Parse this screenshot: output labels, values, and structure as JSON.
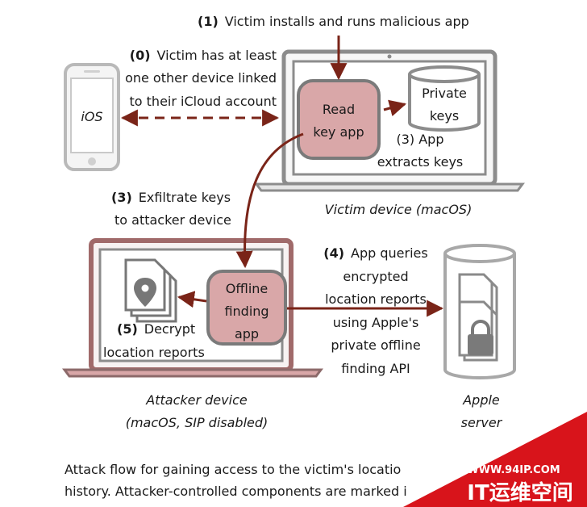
{
  "colors": {
    "accent_dark": "#7a2418",
    "accent_fill": "#d9a7a8",
    "device_gray": "#8c8c8c",
    "device_border": "#6e6e6e",
    "light_gray": "#cfcfcf",
    "watermark_red": "#d8141b"
  },
  "icons": {
    "ios_phone": "phone-icon",
    "private_keys": "database-cylinder-icon",
    "decrypted_reports": "location-documents-icon",
    "apple_server": "server-cylinder-icon",
    "lock": "lock-icon"
  },
  "steps": {
    "step1": {
      "num": "(1)",
      "text": "Victim installs and runs malicious app"
    },
    "step0": {
      "num": "(0)",
      "line1": "Victim has at least",
      "line2": "one other device linked",
      "line3": "to their iCloud account"
    },
    "step3_app": {
      "line1": "(3) App",
      "line2": "extracts keys"
    },
    "step3_exfil": {
      "num": "(3)",
      "line1": "Exfiltrate keys",
      "line2": "to attacker device"
    },
    "step4": {
      "num": "(4)",
      "line1": "App queries",
      "line2": "encrypted",
      "line3": "location reports",
      "line4": "using Apple's",
      "line5": "private offline",
      "line6": "finding API"
    },
    "step5": {
      "num": "(5)",
      "line1": "Decrypt",
      "line2": "location reports"
    }
  },
  "nodes": {
    "ios_label": "iOS",
    "read_key_app": {
      "line1": "Read",
      "line2": "key app"
    },
    "private_keys": {
      "line1": "Private",
      "line2": "keys"
    },
    "offline_app": {
      "line1": "Offline",
      "line2": "finding",
      "line3": "app"
    },
    "victim_device": "Victim device (macOS)",
    "attacker_device": {
      "line1": "Attacker device",
      "line2": "(macOS, SIP disabled)"
    },
    "apple_server": {
      "line1": "Apple",
      "line2": "server"
    }
  },
  "caption": {
    "line1": "Attack flow for gaining access to the victim's locatio",
    "line2": "history. Attacker-controlled components are marked i"
  },
  "watermark": {
    "url": "WWW.94IP.COM",
    "brand": "IT运维空间"
  }
}
